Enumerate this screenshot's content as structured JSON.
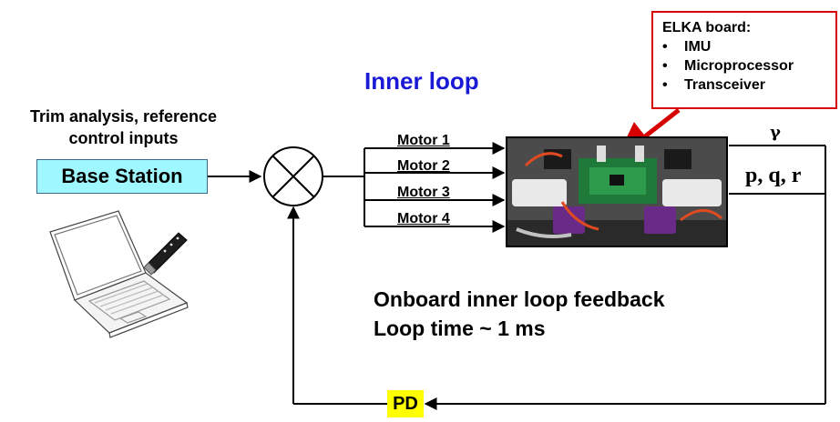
{
  "inner_loop_title": "Inner loop",
  "trim_text_line1": "Trim analysis, reference",
  "trim_text_line2": "control inputs",
  "base_station_label": "Base Station",
  "elka": {
    "title": "ELKA board:",
    "items": [
      "IMU",
      "Microprocessor",
      "Transceiver"
    ]
  },
  "motors": [
    "Motor 1",
    "Motor 2",
    "Motor 3",
    "Motor 4"
  ],
  "output_gamma": "γ",
  "output_pqr": "p, q, r",
  "onboard_line1": "Onboard inner loop feedback",
  "onboard_line2": "Loop time ~ 1 ms",
  "pd_label": "PD",
  "colors": {
    "inner_loop": "#1a1ad6",
    "base_station_fill": "#9ff7ff",
    "pd_fill": "#ffff00",
    "elka_border": "#d60000"
  }
}
